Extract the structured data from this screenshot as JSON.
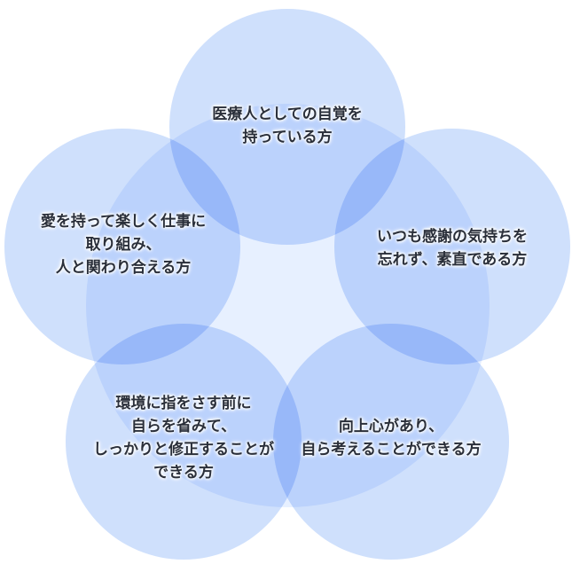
{
  "colors": {
    "center_disc": "#e7f0ff",
    "circle_fill": "#cfe0fc"
  },
  "statements": [
    {
      "lines": [
        "医療人としての自覚を",
        "持っている方"
      ]
    },
    {
      "lines": [
        "いつも感謝の気持ちを",
        "忘れず、素直である方"
      ]
    },
    {
      "lines": [
        "向上心があり、",
        "自ら考えることができる方"
      ]
    },
    {
      "lines": [
        "環境に指をさす前に",
        "自らを省みて、",
        "しっかりと修正することが",
        "できる方"
      ]
    },
    {
      "lines": [
        "愛を持って楽しく仕事に",
        "取り組み、",
        "人と関わり合える方"
      ]
    }
  ]
}
